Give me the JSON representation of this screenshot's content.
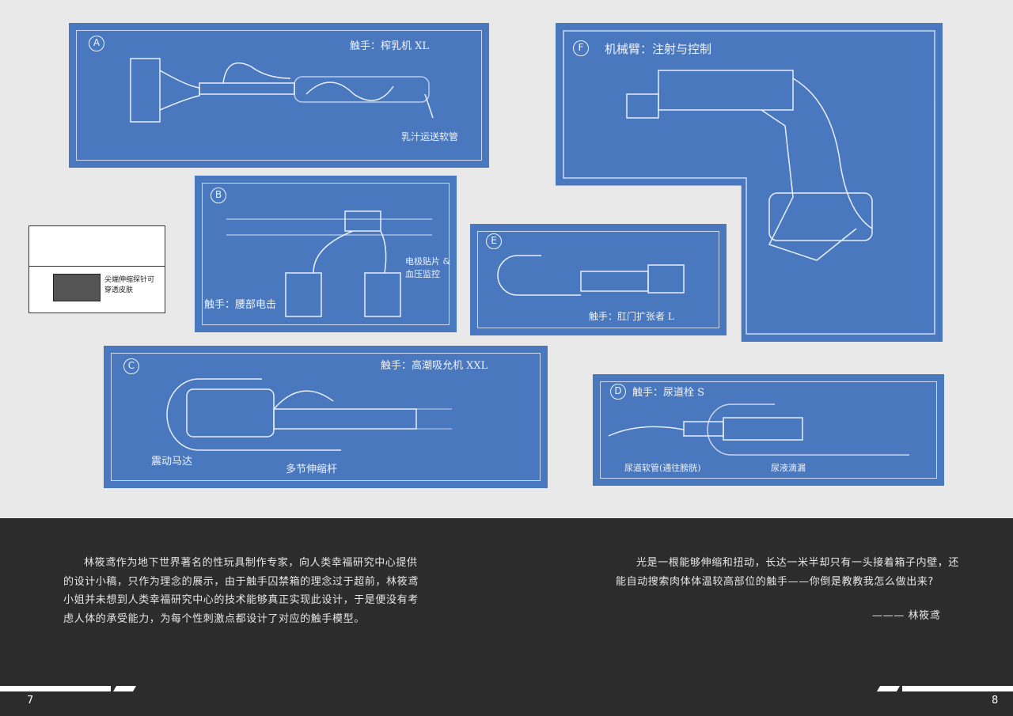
{
  "panels": {
    "a": {
      "letter": "A",
      "title": "触手：榨乳机 XL",
      "note": "乳汁运送软管"
    },
    "b": {
      "letter": "B",
      "title": "触手：腰部电击",
      "note": "电极贴片 & 血压监控"
    },
    "c": {
      "letter": "C",
      "title": "触手：高潮吸允机 XXL",
      "note1": "震动马达",
      "note2": "多节伸缩杆"
    },
    "d": {
      "letter": "D",
      "title": "触手：尿道栓 S",
      "note1": "尿道软管(通往膀胱)",
      "note2": "尿液滴漏"
    },
    "e": {
      "letter": "E",
      "title": "触手：肛门扩张者 L"
    },
    "f": {
      "letter": "F",
      "title": "机械臂：注射与控制"
    }
  },
  "sketch": {
    "note": "尖端伸缩探针可穿透皮肤"
  },
  "text": {
    "left_paragraph": "林筱鸢作为地下世界著名的性玩具制作专家，向人类幸福研究中心提供的设计小稿，只作为理念的展示，由于触手囚禁箱的理念过于超前，林筱鸢小姐并未想到人类幸福研究中心的技术能够真正实现此设计，于是便没有考虑人体的承受能力，为每个性刺激点都设计了对应的触手模型。",
    "right_paragraph": "光是一根能够伸缩和扭动，长达一米半却只有一头接着箱子内壁，还能自动搜索肉体体温较高部位的触手——你倒是教教我怎么做出来?",
    "signature": "——— 林筱鸢"
  },
  "pages": {
    "left": "7",
    "right": "8"
  }
}
